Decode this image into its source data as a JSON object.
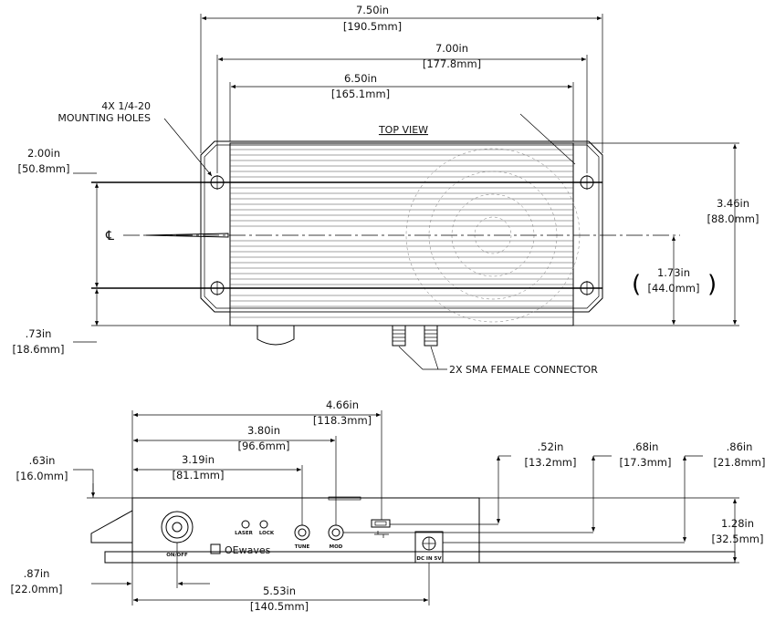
{
  "top_view": {
    "title": "TOP VIEW",
    "dims": {
      "overall_width": [
        "7.50in",
        "[190.5mm]"
      ],
      "hole_spacing_width": [
        "7.00in",
        "[177.8mm]"
      ],
      "body_width": [
        "6.50in",
        "[165.1mm]"
      ],
      "hole_spacing_height": [
        "2.00in",
        "[50.8mm]"
      ],
      "hole_offset_bottom": [
        ".73in",
        "[18.6mm]"
      ],
      "overall_height": [
        "3.46in",
        "[88.0mm]"
      ],
      "centerline_height": [
        "1.73in",
        "[44.0mm]"
      ],
      "centerline_paren_left": "(",
      "centerline_paren_right": ")"
    },
    "mounting_holes_note": [
      "4X 1/4-20",
      "MOUNTING HOLES"
    ],
    "sma_note": "2X SMA FEMALE CONNECTOR",
    "centerline_symbol": "℄"
  },
  "front_view": {
    "dims": {
      "usb_position": [
        "4.66in",
        "[118.3mm]"
      ],
      "mod_position": [
        "3.80in",
        "[96.6mm]"
      ],
      "tune_position": [
        "3.19in",
        "[81.1mm]"
      ],
      "top_offset_left": [
        ".63in",
        "[16.0mm]"
      ],
      "switch_offset": [
        ".87in",
        "[22.0mm]"
      ],
      "dc_position": [
        "5.53in",
        "[140.5mm]"
      ],
      "usb_height": [
        ".52in",
        "[13.2mm]"
      ],
      "mod_height": [
        ".68in",
        "[17.3mm]"
      ],
      "dc_height": [
        ".86in",
        "[21.8mm]"
      ],
      "overall_height": [
        "1.28in",
        "[32.5mm]"
      ]
    },
    "panel_labels": {
      "onoff": "ON/OFF",
      "laser": "LASER",
      "lock": "LOCK",
      "tune": "TUNE",
      "mod": "MOD",
      "dc": "DC IN 5V"
    },
    "brand": "OEwaves"
  }
}
